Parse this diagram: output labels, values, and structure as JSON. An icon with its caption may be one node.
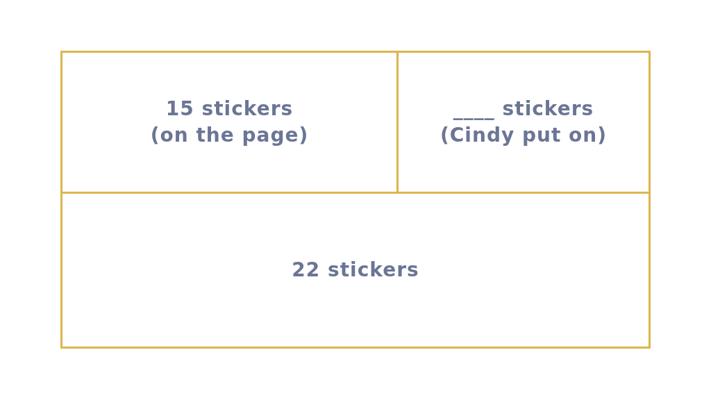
{
  "diagram": {
    "nodes": [
      {
        "text": [
          "15 stickers",
          "(on the page)"
        ]
      },
      {
        "text": [
          "____ stickers",
          "(Cindy put on)"
        ]
      },
      {
        "text": [
          "22 stickers"
        ]
      }
    ]
  }
}
